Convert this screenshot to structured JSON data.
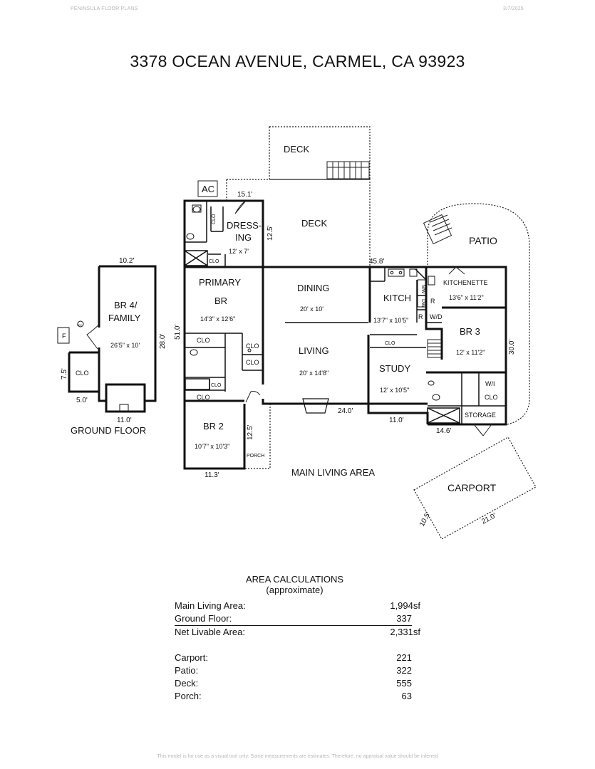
{
  "header": {
    "brand": "PENINSULA FLOOR PLANS",
    "date": "3/7/2025"
  },
  "title": "3378 OCEAN AVENUE, CARMEL, CA  93923",
  "rooms": {
    "deck_upper": "DECK",
    "deck": "DECK",
    "ac": "AC",
    "dressing_1": "DRESS-",
    "dressing_2": "ING",
    "dressing_size": "12' x 7'",
    "primary_1": "PRIMARY",
    "primary_2": "BR",
    "primary_size": "14'3\" x 12'6\"",
    "dining": "DINING",
    "dining_size": "20' x 10'",
    "kitch": "KITCH",
    "kitch_size": "13'7\" x 10'5\"",
    "kitchenette": "KITCHENETTE",
    "kitchenette_size": "13'6\" x 11'2\"",
    "patio": "PATIO",
    "br3": "BR 3",
    "br3_size": "12' x 11'2\"",
    "living": "LIVING",
    "living_size": "20' x 14'8\"",
    "study": "STUDY",
    "study_size": "12' x 10'5\"",
    "br2": "BR 2",
    "br2_size": "10'7\" x 10'3\"",
    "porch": "PORCH",
    "storage": "STORAGE",
    "wi_1": "W/I",
    "wi_2": "CLO",
    "clo": "CLO",
    "r": "R",
    "wd": "W/D",
    "dw": "DW",
    "mw": "MW",
    "carport": "CARPORT",
    "br4_1": "BR 4/",
    "br4_2": "FAMILY",
    "br4_size": "26'5\" x 10'",
    "f": "F",
    "wh": "WH"
  },
  "dims": {
    "d15_1": "15.1'",
    "d12_5a": "12.5'",
    "d45_8": "45.8'",
    "d51_0": "51.0'",
    "d30_0": "30.0'",
    "d24_0": "24.0'",
    "d11_0": "11.0'",
    "d14_6": "14.6'",
    "d12_5b": "12.5'",
    "d11_3": "11.3'",
    "d10_2": "10.2'",
    "d28_0": "28.0'",
    "d7_5": "7.5'",
    "d5_0": "5.0'",
    "d11_0b": "11.0'",
    "d10_5": "10.5'",
    "d21_0": "21.0'"
  },
  "labels": {
    "main_living_area": "MAIN LIVING AREA",
    "ground_floor": "GROUND FLOOR"
  },
  "area": {
    "title": "AREA CALCULATIONS",
    "subtitle": "(approximate)",
    "rows": [
      {
        "label": "Main Living Area:",
        "value": "1,994sf"
      },
      {
        "label": "Ground Floor:",
        "value": "337"
      },
      {
        "label": "Net Livable Area:",
        "value": "2,331sf"
      },
      {
        "label": "Carport:",
        "value": "221"
      },
      {
        "label": "Patio:",
        "value": "322"
      },
      {
        "label": "Deck:",
        "value": "555"
      },
      {
        "label": "Porch:",
        "value": "63"
      }
    ]
  },
  "footer": "This model is for use as a visual tool only. Some measurements are estimates. Therefore, no appraisal value should be inferred"
}
